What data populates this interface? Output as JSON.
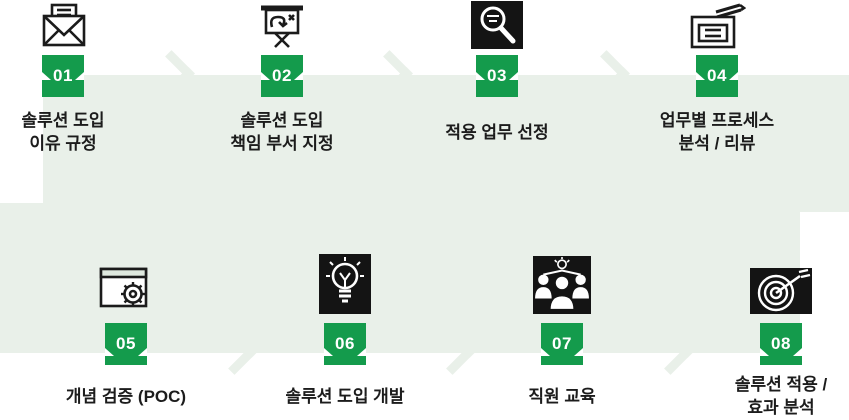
{
  "colors": {
    "band": "#E9F0E9",
    "badge_green": "#149B4C",
    "badge_text": "#FFFFFF",
    "icon_dark": "#141414",
    "label_text": "#1C1C1C"
  },
  "steps": [
    {
      "number": "01",
      "label": "솔루션 도입\n이유 규정",
      "icon": "envelope-icon"
    },
    {
      "number": "02",
      "label": "솔루션 도입\n책임 부서 지정",
      "icon": "strategy-board-icon"
    },
    {
      "number": "03",
      "label": "적용 업무 선정",
      "icon": "magnifier-icon"
    },
    {
      "number": "04",
      "label": "업무별 프로세스\n분석 / 리뷰",
      "icon": "document-pencil-icon"
    },
    {
      "number": "05",
      "label": "개념 검증 (POC)",
      "icon": "window-gear-icon"
    },
    {
      "number": "06",
      "label": "솔루션 도입 개발",
      "icon": "lightbulb-icon"
    },
    {
      "number": "07",
      "label": "직원 교육",
      "icon": "training-people-icon"
    },
    {
      "number": "08",
      "label": "솔루션 적용 /\n효과 분석",
      "icon": "target-dart-icon"
    }
  ]
}
